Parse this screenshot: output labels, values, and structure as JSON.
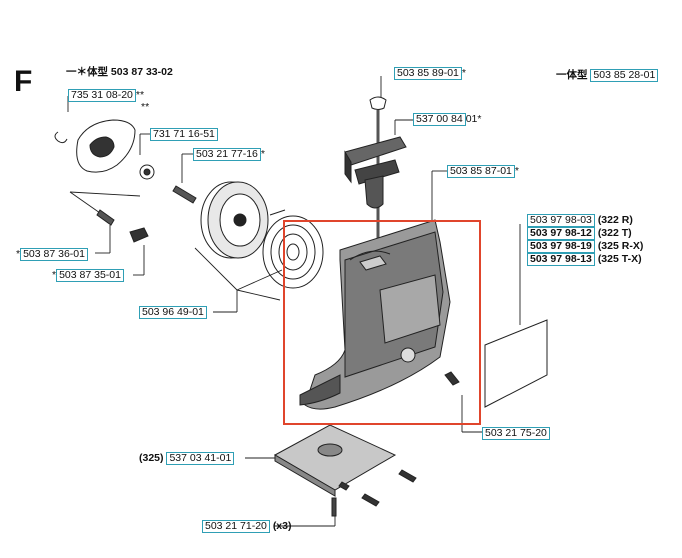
{
  "section_letter": "F",
  "labels": {
    "one_piece_left_prefix": "一＊体型",
    "one_piece_left_pn": "503 87 33-02",
    "one_piece_right_prefix": "一体型",
    "one_piece_right_pn": "503 85 28-01",
    "p_735": "735 31 08-20",
    "p_735_suffix": "**",
    "p_735_mark": "**",
    "p_731": "731 71 16-51",
    "p_50321_77": "503 21 77-16",
    "p_50321_77_suffix": "*",
    "p_503_85_89": "503 85 89-01",
    "p_503_85_89_suffix": "*",
    "p_537_00_84": "537 00 84",
    "p_537_00_84_suffix": "01*",
    "p_503_85_87": "503 85 87-01",
    "p_503_85_87_suffix": "*",
    "p_503_87_36_prefix": "*",
    "p_503_87_36": "503 87 36-01",
    "p_503_87_35_prefix": "*",
    "p_503_87_35": "503 87 35-01",
    "p_503_96_49": "503 96 49-01",
    "p_503_21_75": "503 21 75-20",
    "p_537_03_41_prefix": "(325)",
    "p_537_03_41": "537 03 41-01",
    "p_503_21_71": "503 21 71-20",
    "p_503_21_71_suffix": "(x3)"
  },
  "variants": [
    {
      "pn": "503 97 98-03",
      "model": "(322 R)"
    },
    {
      "pn": "503 97 98-12",
      "model": "(322 T)"
    },
    {
      "pn": "503 97 98-19",
      "model": "(325 R-X)"
    },
    {
      "pn": "503 97 98-13",
      "model": "(325 T-X)"
    }
  ],
  "colors": {
    "callout_border": "#2f9fb5",
    "highlight": "#e0452c",
    "line": "#222222"
  }
}
